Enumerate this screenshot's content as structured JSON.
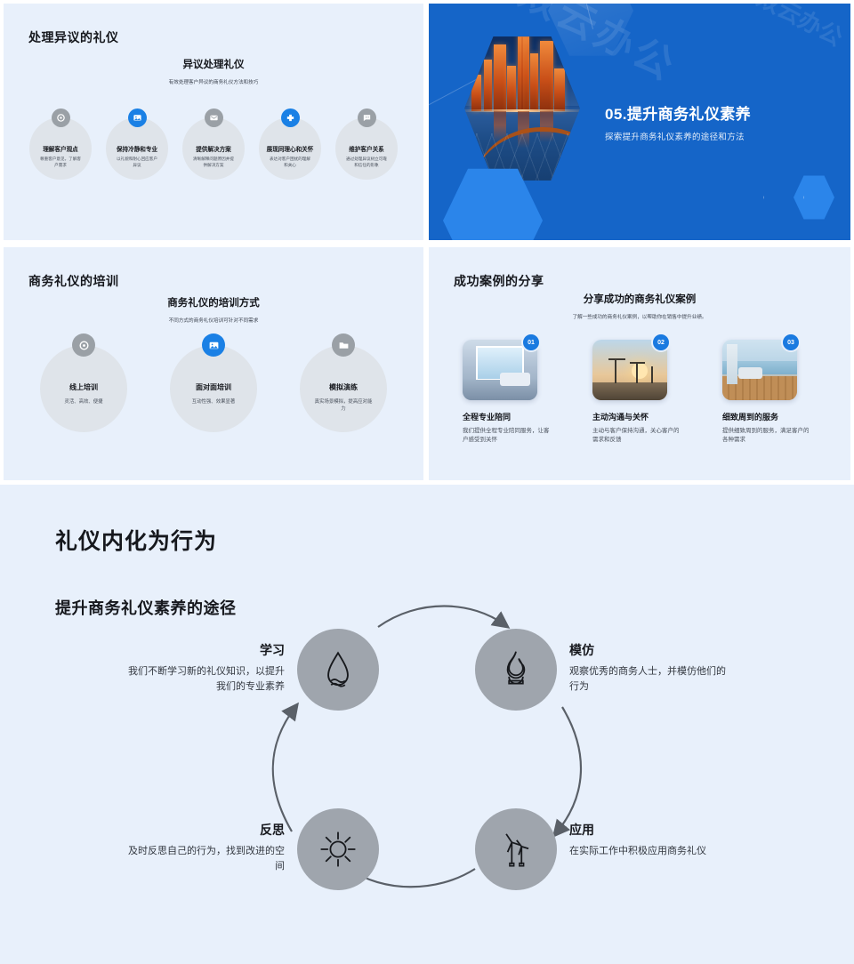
{
  "slide1": {
    "title": "处理异议的礼仪",
    "heading": "异议处理礼仪",
    "subheading": "有效处理客户异议的商务礼仪方法和技巧",
    "items": [
      {
        "icon": "record-icon",
        "accent": "grey",
        "title": "理解客户观点",
        "desc": "尊重客户意见，了解客户需求"
      },
      {
        "icon": "image-icon",
        "accent": "blue",
        "title": "保持冷静和专业",
        "desc": "以礼貌和耐心回应客户异议"
      },
      {
        "icon": "mail-icon",
        "accent": "grey",
        "title": "提供解决方案",
        "desc": "清晰解释问题原因并提供解决方案"
      },
      {
        "icon": "medical-icon",
        "accent": "blue",
        "title": "展现同理心和关怀",
        "desc": "表达对客户困扰的理解和关心"
      },
      {
        "icon": "chat-icon",
        "accent": "grey",
        "title": "维护客户关系",
        "desc": "通过处理异议树立可靠和信任的形象"
      }
    ]
  },
  "hero": {
    "number_title": "05.提升商务礼仪素养",
    "subtitle": "探索提升商务礼仪素养的途径和方法",
    "watermark": "双云办公",
    "background_color": "#1565c8",
    "photo_alt": "城市天际线夜景"
  },
  "slide3": {
    "title": "商务礼仪的培训",
    "heading": "商务礼仪的培训方式",
    "subheading": "不同方式的商务礼仪培训可针对不同需求",
    "items": [
      {
        "icon": "record-icon",
        "accent": "grey",
        "title": "线上培训",
        "desc": "灵活、高效、便捷"
      },
      {
        "icon": "image-icon",
        "accent": "blue",
        "title": "面对面培训",
        "desc": "互动性强、效果显著"
      },
      {
        "icon": "folder-icon",
        "accent": "grey",
        "title": "模拟演练",
        "desc": "真实场景模拟，提高应对能力"
      }
    ]
  },
  "slide4": {
    "title": "成功案例的分享",
    "heading": "分享成功的商务礼仪案例",
    "subheading": "了解一些成功的商务礼仪案例，以帮助你在销售中提升业绩。",
    "cases": [
      {
        "badge": "01",
        "photo": "hotel-room-photo",
        "title": "全程专业陪同",
        "desc": "我们提供全程专业陪同服务，让客户感受到关怀"
      },
      {
        "badge": "02",
        "photo": "construction-sunset-photo",
        "title": "主动沟通与关怀",
        "desc": "主动与客户保持沟通，关心客户的需求和反馈"
      },
      {
        "badge": "03",
        "photo": "seaside-lounge-photo",
        "title": "细致周到的服务",
        "desc": "提供细致周到的服务，满足客户的各种需求"
      }
    ]
  },
  "slide5": {
    "title": "礼仪内化为行为",
    "subtitle": "提升商务礼仪素养的途径",
    "nodes": [
      {
        "icon": "water-drop-icon",
        "title": "学习",
        "desc": "我们不断学习新的礼仪知识，以提升我们的专业素养"
      },
      {
        "icon": "flame-icon",
        "title": "模仿",
        "desc": "观察优秀的商务人士，并模仿他们的行为"
      },
      {
        "icon": "windmill-icon",
        "title": "应用",
        "desc": "在实际工作中积极应用商务礼仪"
      },
      {
        "icon": "sun-icon",
        "title": "反思",
        "desc": "及时反思自己的行为，找到改进的空间"
      }
    ]
  },
  "theme": {
    "panel_bg": "#e8f0fb",
    "accent_blue": "#1a80e5",
    "node_grey": "#9fa5ad",
    "text_dark": "#16181d"
  }
}
